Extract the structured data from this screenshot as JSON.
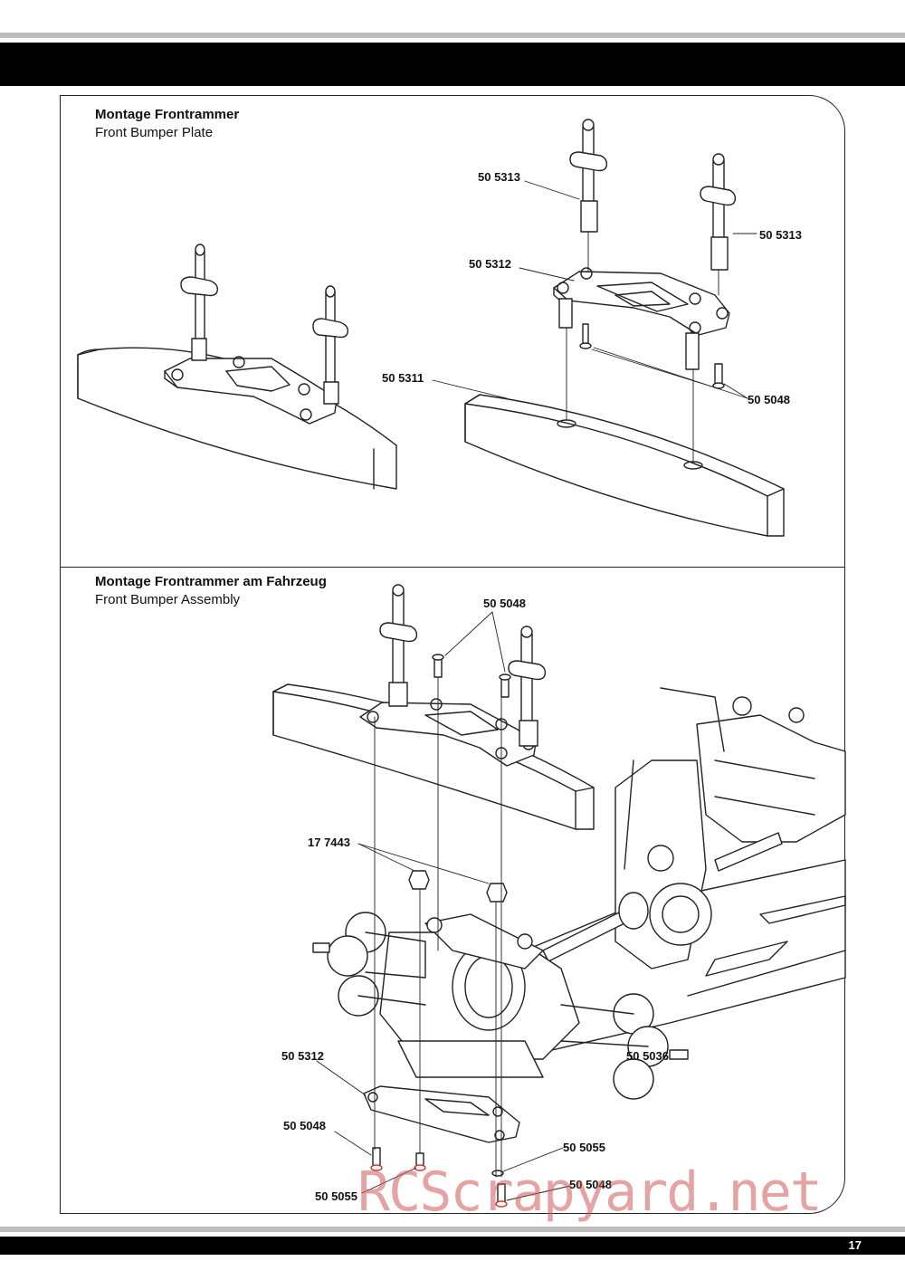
{
  "page": {
    "number": "17",
    "watermark": "RCScrapyard.net"
  },
  "section1": {
    "title_de": "Montage Frontrammer",
    "title_en": "Front Bumper Plate",
    "labels": [
      "50 5313",
      "50 5313",
      "50 5312",
      "50 5311",
      "50 5048"
    ]
  },
  "section2": {
    "title_de": "Montage Frontrammer am Fahrzeug",
    "title_en": "Front Bumper Assembly",
    "labels": [
      "50 5048",
      "17 7443",
      "50 5312",
      "50 5048",
      "50 5036",
      "50 5055",
      "50 5048",
      "50 5055"
    ]
  }
}
